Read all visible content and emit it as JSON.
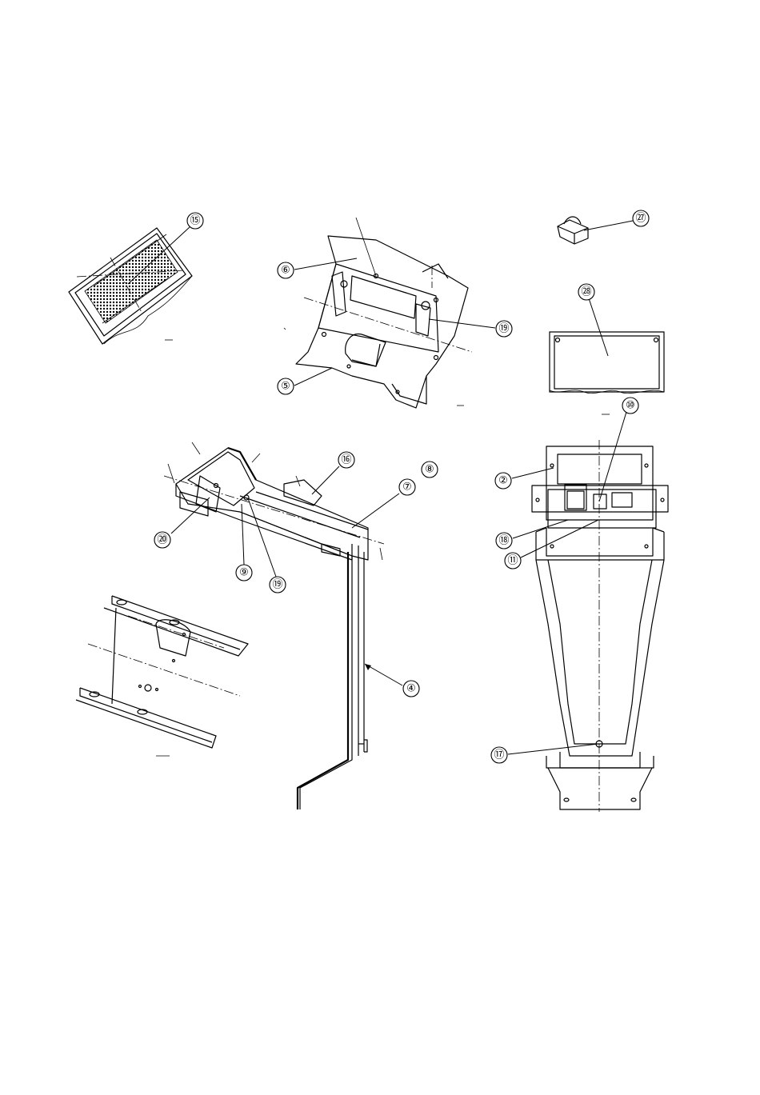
{
  "callouts": [
    {
      "id": "15",
      "label": "⑮"
    },
    {
      "id": "6",
      "label": "⑥"
    },
    {
      "id": "19a",
      "label": "⑲"
    },
    {
      "id": "5",
      "label": "⑤"
    },
    {
      "id": "27",
      "label": "㉗"
    },
    {
      "id": "28",
      "label": "㉘"
    },
    {
      "id": "10",
      "label": "⑩"
    },
    {
      "id": "2",
      "label": "②"
    },
    {
      "id": "18",
      "label": "⑱"
    },
    {
      "id": "11",
      "label": "⑪"
    },
    {
      "id": "17",
      "label": "⑰"
    },
    {
      "id": "16",
      "label": "⑯"
    },
    {
      "id": "8",
      "label": "⑧"
    },
    {
      "id": "7",
      "label": "⑦"
    },
    {
      "id": "20",
      "label": "⑳"
    },
    {
      "id": "9",
      "label": "⑨"
    },
    {
      "id": "19b",
      "label": "⑲"
    },
    {
      "id": "4",
      "label": "④"
    }
  ],
  "colors": {
    "line": "#000000",
    "background": "#ffffff"
  }
}
